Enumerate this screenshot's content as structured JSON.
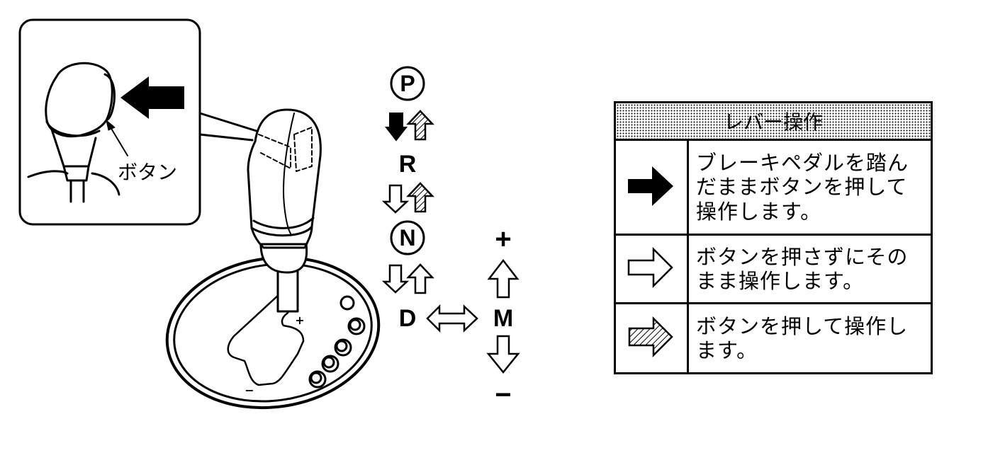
{
  "inset": {
    "button_label": "ボタン"
  },
  "shift_positions": {
    "park": "P",
    "reverse": "R",
    "neutral": "N",
    "drive": "D",
    "manual": "M",
    "plus": "+",
    "minus": "−"
  },
  "gate_marks": {
    "plus": "+",
    "minus": "−"
  },
  "legend": {
    "title": "レバー操作",
    "rows": [
      {
        "icon": "solid-arrow",
        "text": "ブレーキペダルを踏んだままボタンを押して操作します。"
      },
      {
        "icon": "outline-arrow",
        "text": "ボタンを押さずにそのまま操作します。"
      },
      {
        "icon": "hatched-arrow",
        "text": "ボタンを押して操作します。"
      }
    ]
  }
}
